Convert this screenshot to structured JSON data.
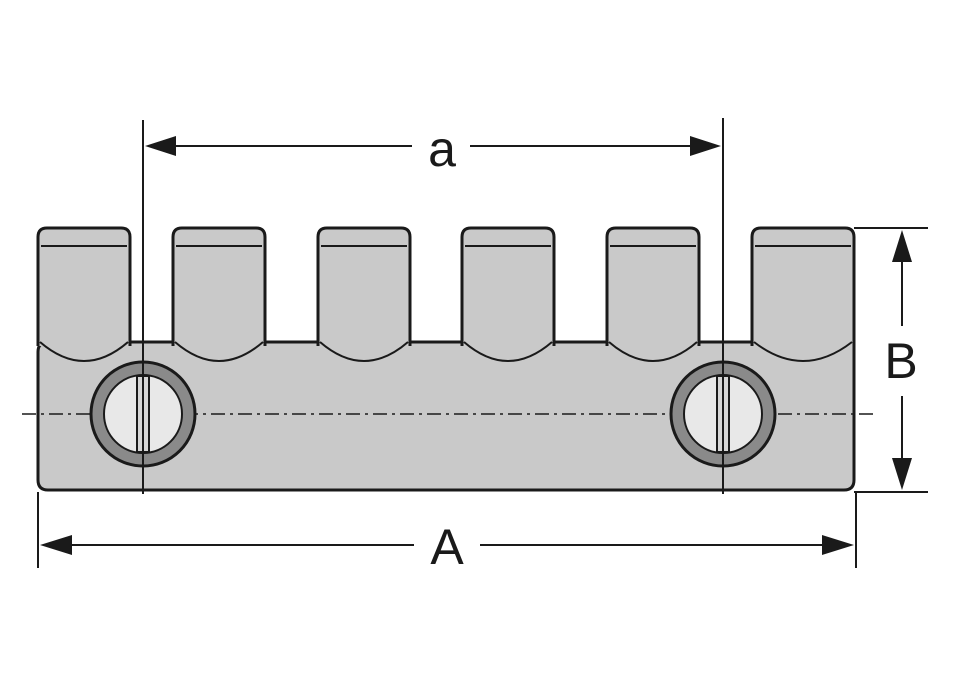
{
  "dimensions": {
    "a": "a",
    "A": "A",
    "B": "B"
  },
  "part": {
    "slot_count": 5,
    "tooth_count": 6,
    "screw_count": 2
  },
  "colors": {
    "body": "#c9c9c9",
    "outline": "#1a1a1a",
    "screw_ring": "#8a8a8a",
    "screw_head": "#e8e8e8"
  }
}
